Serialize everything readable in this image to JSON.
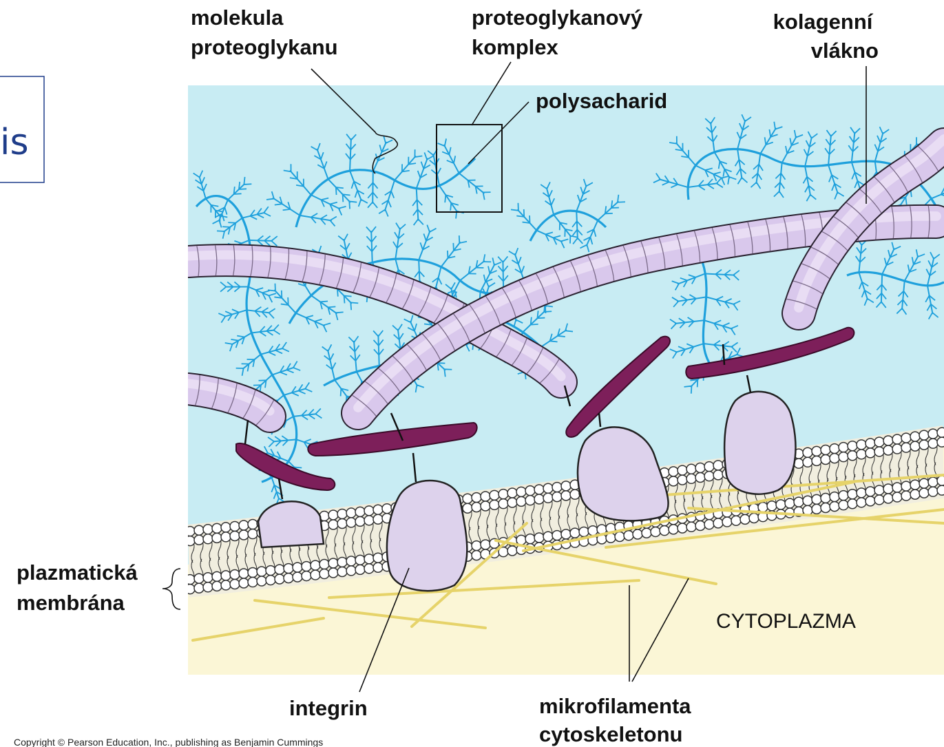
{
  "slide_fragment": "is",
  "labels": {
    "proteoglycan_molecule": [
      "molekula",
      "proteoglykanu"
    ],
    "proteoglycan_complex": [
      "proteoglykanový",
      "komplex"
    ],
    "collagen_fiber": [
      "kolagenní",
      "vlákno"
    ],
    "polysaccharide": "polysacharid",
    "plasma_membrane": [
      "plazmatická",
      "membrána"
    ],
    "cytoplasm": "CYTOPLAZMA",
    "integrin": "integrin",
    "microfilaments": [
      "mikrofilamenta",
      "cytoskeletonu"
    ]
  },
  "copyright": "Copyright © Pearson Education, Inc., publishing as Benjamin Cummings",
  "colors": {
    "extracellular": "#c8ecf3",
    "cytoplasm": "#fbf6d6",
    "collagen": "#d9c8ec",
    "proteoglycan": "#1ea0dc",
    "fibronectin": "#7d1f5a",
    "integrin": "#ddd2ec",
    "microfilament": "#d8c24a",
    "slide_text": "#1f3d8a"
  }
}
